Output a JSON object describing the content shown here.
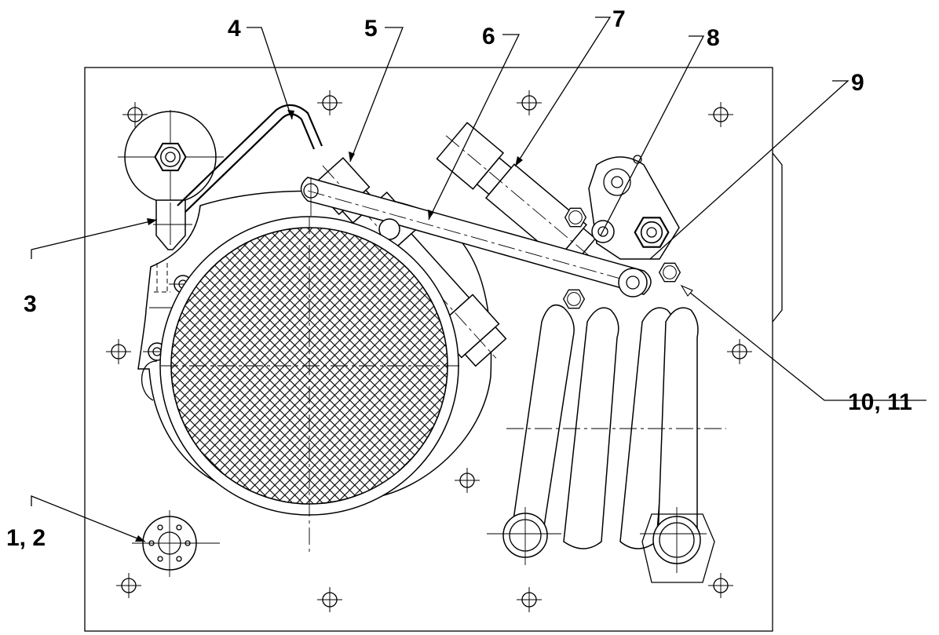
{
  "callouts": [
    {
      "id": "c1",
      "label": "1, 2"
    },
    {
      "id": "c3",
      "label": "3"
    },
    {
      "id": "c4",
      "label": "4"
    },
    {
      "id": "c5",
      "label": "5"
    },
    {
      "id": "c6",
      "label": "6"
    },
    {
      "id": "c7",
      "label": "7"
    },
    {
      "id": "c8",
      "label": "8"
    },
    {
      "id": "c9",
      "label": "9"
    },
    {
      "id": "c10",
      "label": "10, 11"
    }
  ]
}
